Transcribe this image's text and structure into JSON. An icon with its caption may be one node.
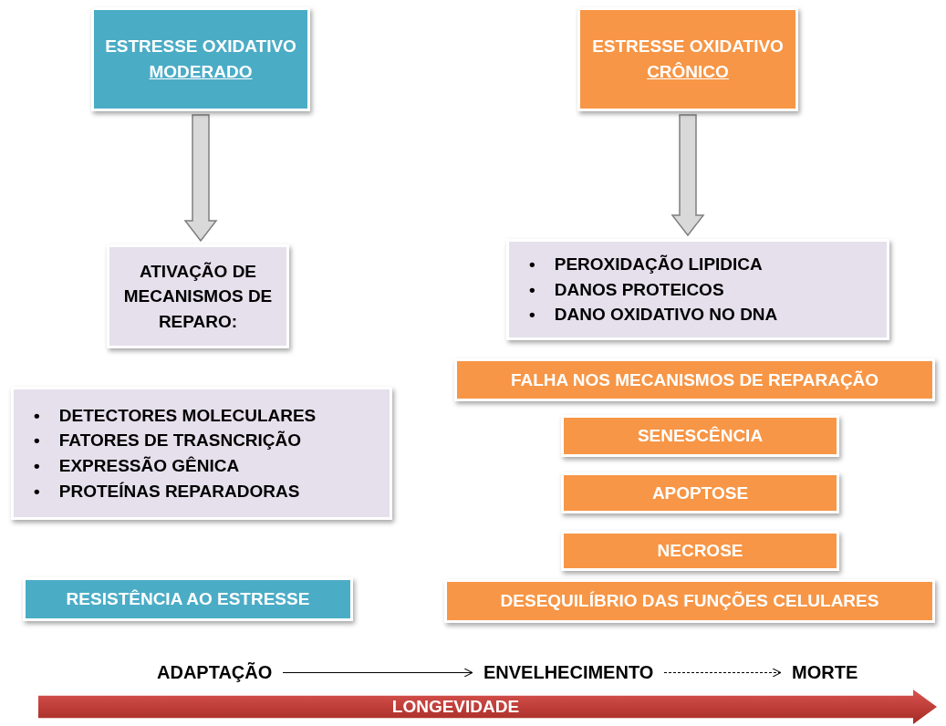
{
  "diagram": {
    "nodes": [
      {
        "text": [
          "ESTRESSE OXIDATIVO",
          "MODERADO"
        ]
      },
      {
        "text": [
          "ESTRESSE OXIDATIVO",
          "CRÔNICO"
        ]
      },
      {
        "text": [
          "ATIVAÇÃO DE MECANISMOS DE REPARO:"
        ]
      },
      {
        "text": [
          "•    DETECTORES MOLECULARES",
          "•    FATORES DE TRASNCRIÇÃO",
          "•    EXPRESSÃO GÊNICA",
          "•    PROTEÍNAS REPARADORAS"
        ]
      },
      {
        "text": [
          "RESISTÊNCIA AO ESTRESSE"
        ]
      },
      {
        "text": [
          "•    PEROXIDAÇÃO LIPIDICA",
          "•    DANOS PROTEICOS",
          "•    DANO OXIDATIVO NO DNA"
        ]
      },
      {
        "text": [
          "FALHA NOS MECANISMOS DE REPARAÇÃO"
        ]
      },
      {
        "text": [
          "SENESCÊNCIA"
        ]
      },
      {
        "text": [
          "APOPTOSE"
        ]
      },
      {
        "text": [
          "NECROSE"
        ]
      },
      {
        "text": [
          "DESEQUILÍBRIO DAS FUNÇÕES CELULARES"
        ]
      },
      {
        "text": [
          "ADAPTAÇÃO"
        ]
      },
      {
        "text": [
          "ENVELHECIMENTO"
        ]
      },
      {
        "text": [
          "MORTE"
        ]
      },
      {
        "text": [
          "LONGEVIDADE"
        ]
      }
    ],
    "edges": [
      {
        "from": 0,
        "to": 2,
        "arrow": "to",
        "style": "thick",
        "color": "#d9d9d9"
      },
      {
        "from": 1,
        "to": 5,
        "arrow": "to",
        "style": "thick",
        "color": "#d9d9d9"
      },
      {
        "from": 11,
        "to": 12,
        "arrow": "to"
      },
      {
        "from": 12,
        "to": 13,
        "arrow": "to",
        "style": "dashed"
      }
    ]
  }
}
